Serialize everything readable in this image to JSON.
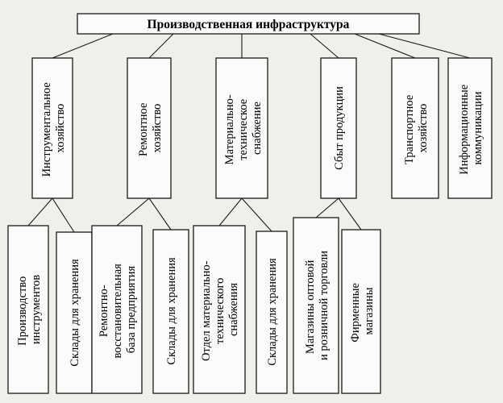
{
  "root": {
    "label": "Производственная инфраструктура"
  },
  "branches": [
    {
      "lines": [
        "Инструментальное",
        "хозяйство"
      ],
      "children": [
        {
          "lines": [
            "Производство",
            "инструментов"
          ]
        },
        {
          "lines": [
            "Склады для хранения"
          ]
        }
      ]
    },
    {
      "lines": [
        "Ремонтное",
        "хозяйство"
      ],
      "children": [
        {
          "lines": [
            "Ремонтно-",
            "восстановительная",
            "база предприятия"
          ]
        },
        {
          "lines": [
            "Склады для хранения"
          ]
        }
      ]
    },
    {
      "lines": [
        "Материально-",
        "техническое",
        "снабжение"
      ],
      "children": [
        {
          "lines": [
            "Отдел материально-",
            "технического",
            "снабжения"
          ]
        },
        {
          "lines": [
            "Склады для хранения"
          ]
        }
      ]
    },
    {
      "lines": [
        "Сбыт продукции"
      ],
      "children": [
        {
          "lines": [
            "Магазины оптовой",
            "и розничной торговли"
          ]
        },
        {
          "lines": [
            "Фирменные",
            "магазины"
          ]
        }
      ]
    },
    {
      "lines": [
        "Транспортное",
        "хозяйство"
      ],
      "children": []
    },
    {
      "lines": [
        "Информационные",
        "коммуникации"
      ],
      "children": []
    }
  ]
}
